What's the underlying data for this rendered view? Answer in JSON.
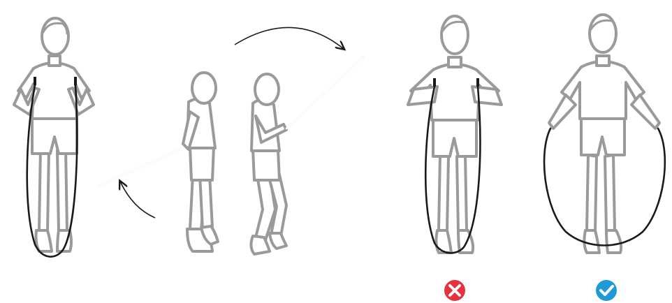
{
  "colors": {
    "outline": "#9a9a9a",
    "rope": "#1a1a1a",
    "incorrect": "#e5323e",
    "correct": "#1e9bd7"
  },
  "panels": [
    {
      "id": "measure-rope",
      "icon": "person-holding-rope-icon"
    },
    {
      "id": "swing-motion",
      "icon": "rope-swing-arrows-icon"
    },
    {
      "id": "rope-too-short",
      "icon": "x-mark-icon",
      "verdict": "incorrect"
    },
    {
      "id": "rope-correct-length",
      "icon": "checkmark-icon",
      "verdict": "correct"
    }
  ]
}
